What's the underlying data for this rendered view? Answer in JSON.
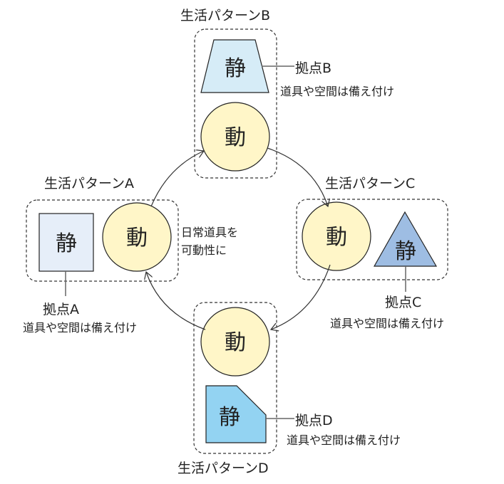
{
  "patterns": {
    "A": {
      "title": "生活パターンA",
      "static": "静",
      "dynamic": "動",
      "base": "拠点A",
      "base_note": "道具や空間は備え付け",
      "note_line1": "日常道具を",
      "note_line2": "可動性に"
    },
    "B": {
      "title": "生活パターンB",
      "static": "静",
      "dynamic": "動",
      "base": "拠点B",
      "base_note": "道具や空間は備え付け"
    },
    "C": {
      "title": "生活パターンC",
      "static": "静",
      "dynamic": "動",
      "base": "拠点C",
      "base_note": "道具や空間は備え付け"
    },
    "D": {
      "title": "生活パターンD",
      "static": "静",
      "dynamic": "動",
      "base": "拠点D",
      "base_note": "道具や空間は備え付け"
    }
  },
  "colors": {
    "dynamic_fill": "#fff6c8",
    "static_A": "#e6eef9",
    "static_B": "#d6ecf7",
    "static_C": "#9ebde3",
    "static_D": "#93d3f2"
  }
}
